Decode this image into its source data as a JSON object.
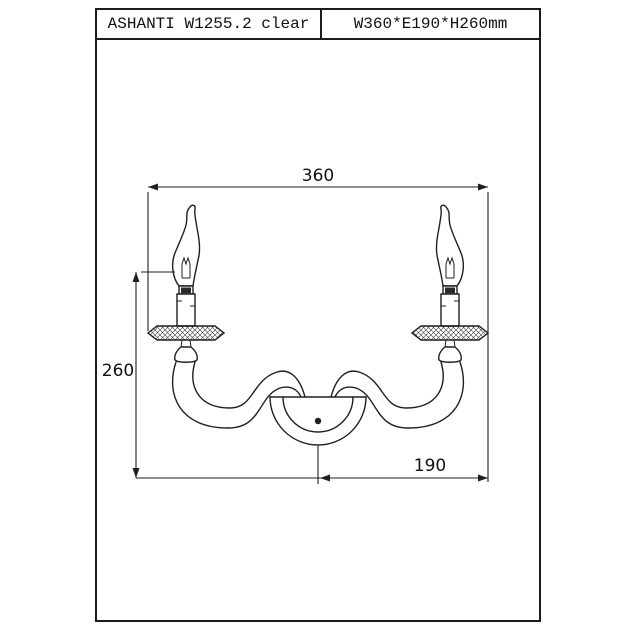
{
  "title_block": {
    "model": "ASHANTI W1255.2 clear",
    "size": "W360*E190*H260mm"
  },
  "dimensions": {
    "width_mm": "360",
    "height_mm": "260",
    "depth_mm": "190"
  },
  "colors": {
    "line": "#1f1f1f",
    "background": "#ffffff"
  }
}
